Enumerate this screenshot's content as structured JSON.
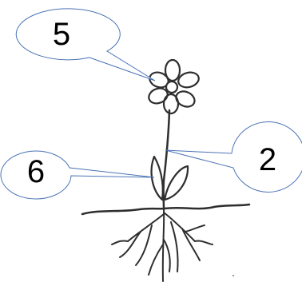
{
  "diagram": {
    "callouts": [
      {
        "id": "callout-5",
        "label": "5"
      },
      {
        "id": "callout-2",
        "label": "2"
      },
      {
        "id": "callout-6",
        "label": "6"
      }
    ]
  },
  "colors": {
    "callout_stroke": "#4a73b5",
    "ink": "#2e2e2e"
  }
}
